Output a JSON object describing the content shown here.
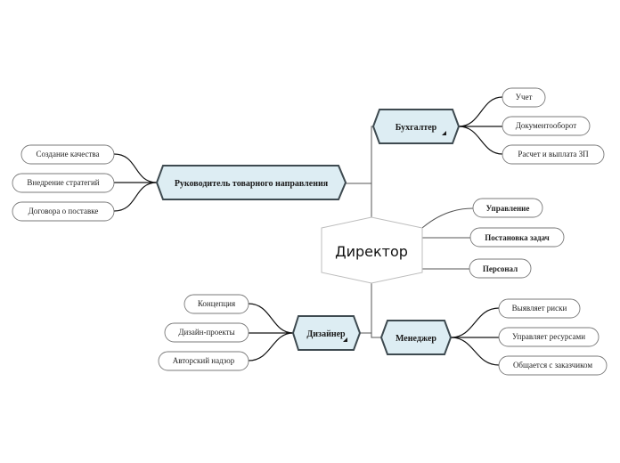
{
  "center": {
    "label": "Директор"
  },
  "topics": {
    "buhgalter": {
      "label": "Бухгалтер",
      "children": [
        "Учет",
        "Документооборот",
        "Расчет  и  выплата  ЗП"
      ]
    },
    "rukovoditel": {
      "label": "Руководитель  товарного  направления",
      "children": [
        "Создание  качества",
        "Внедрение  стратегий",
        "Договора  о  поставке"
      ]
    },
    "dizayner": {
      "label": "Дизайнер",
      "children": [
        "Концепция",
        "Дизайн-проекты",
        "Авторский  надзор"
      ]
    },
    "menedzher": {
      "label": "Менеджер",
      "children": [
        "Выявляет  риски",
        "Управляет  ресурсами",
        "Общается  с  заказчиком"
      ]
    }
  },
  "direct": [
    "Управление",
    "Постановка  задач",
    "Персонал"
  ]
}
